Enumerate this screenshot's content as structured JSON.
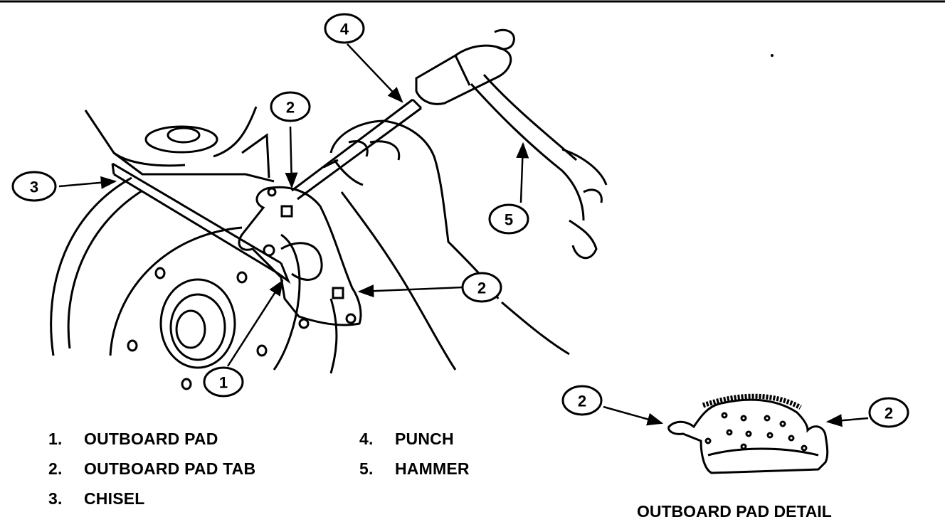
{
  "callouts": [
    {
      "label": "1"
    },
    {
      "label": "2"
    },
    {
      "label": "2"
    },
    {
      "label": "3"
    },
    {
      "label": "4"
    },
    {
      "label": "5"
    },
    {
      "label": "2"
    },
    {
      "label": "2"
    }
  ],
  "legend": [
    {
      "number": "1.",
      "text": "OUTBOARD PAD"
    },
    {
      "number": "2.",
      "text": "OUTBOARD PAD TAB"
    },
    {
      "number": "3.",
      "text": "CHISEL"
    },
    {
      "number": "4.",
      "text": "PUNCH"
    },
    {
      "number": "5.",
      "text": "HAMMER"
    }
  ],
  "detail_caption": "OUTBOARD PAD DETAIL"
}
